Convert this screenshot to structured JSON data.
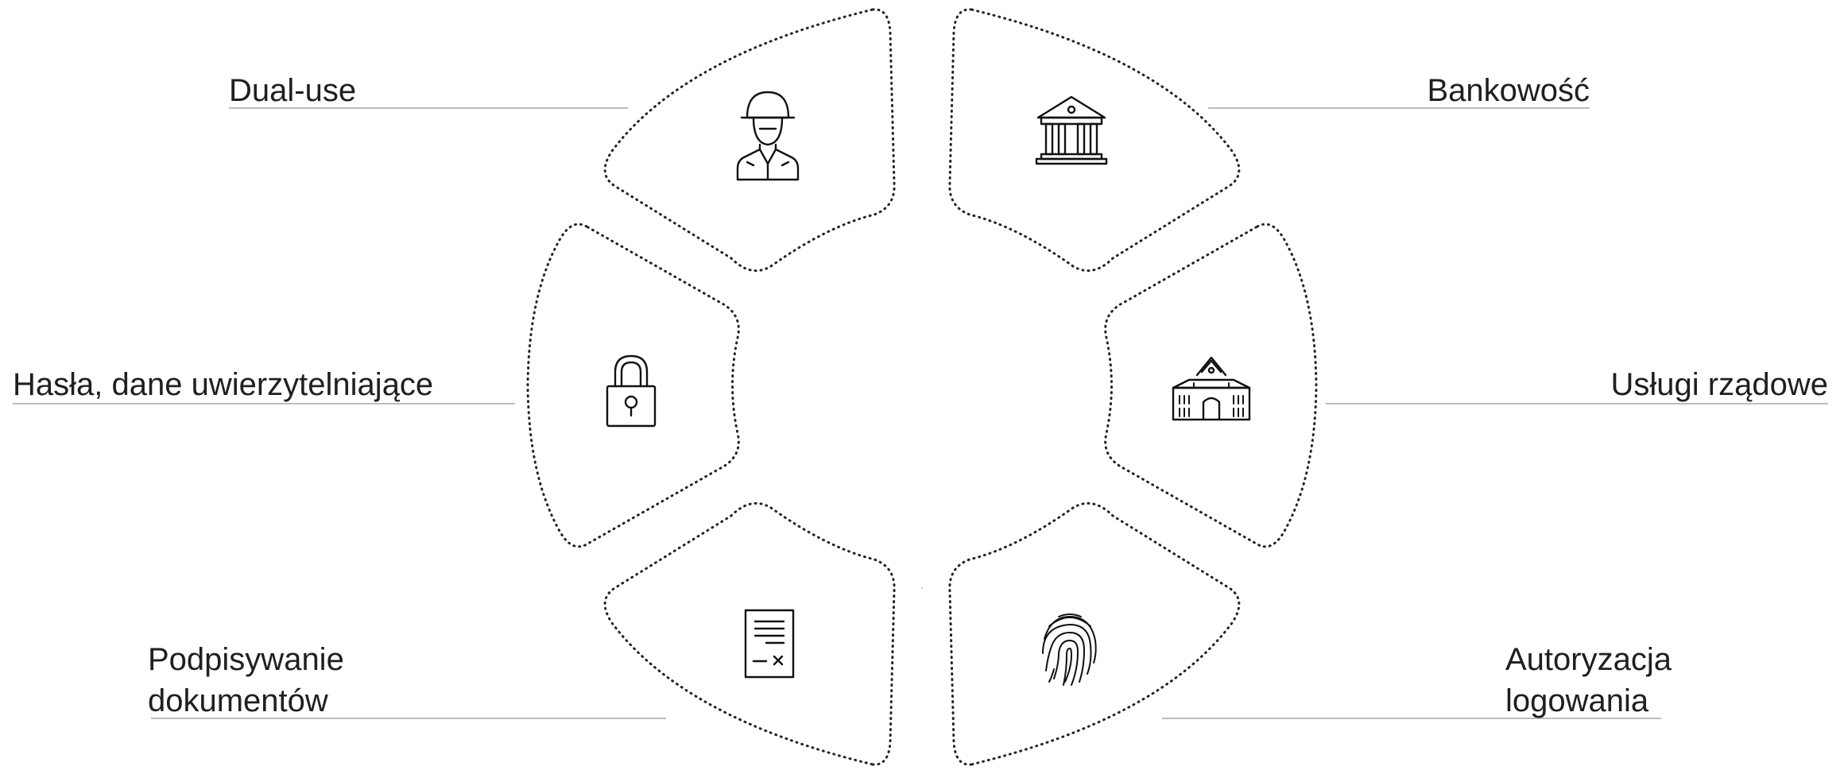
{
  "colors": {
    "outline": "#222222",
    "leader_line": "#bdbdbd",
    "text": "#1f1f1f",
    "icon": "#111111"
  },
  "segments": [
    {
      "id": "dual-use",
      "icon": "soldier-icon",
      "lines": [
        "Dual-use"
      ]
    },
    {
      "id": "bankowosc",
      "icon": "bank-icon",
      "lines": [
        "Bankowość"
      ]
    },
    {
      "id": "hasla",
      "icon": "padlock-icon",
      "lines": [
        "Hasła, dane uwierzytelniające"
      ]
    },
    {
      "id": "uslugi",
      "icon": "government-building-icon",
      "lines": [
        "Usługi rządowe"
      ]
    },
    {
      "id": "podpisywanie",
      "icon": "signed-document-icon",
      "lines": [
        "Podpisywanie",
        "dokumentów"
      ]
    },
    {
      "id": "autoryzacja",
      "icon": "fingerprint-icon",
      "lines": [
        "Autoryzacja",
        "logowania"
      ]
    }
  ]
}
